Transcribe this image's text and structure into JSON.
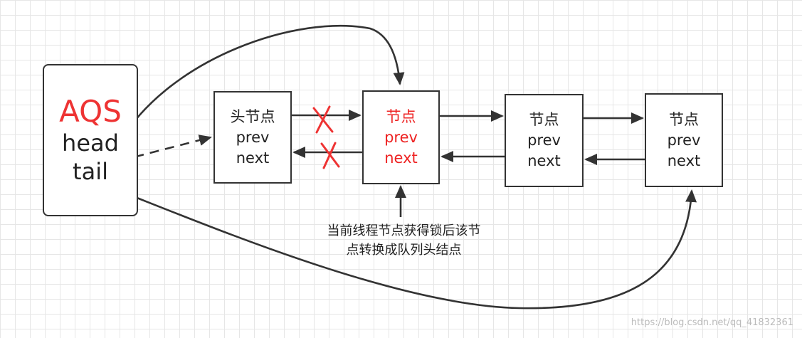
{
  "aqs": {
    "title": "AQS",
    "head_label": "head",
    "tail_label": "tail"
  },
  "nodes": [
    {
      "title": "头节点",
      "prev": "prev",
      "next": "next",
      "highlight": false
    },
    {
      "title": "节点",
      "prev": "prev",
      "next": "next",
      "highlight": true
    },
    {
      "title": "节点",
      "prev": "prev",
      "next": "next",
      "highlight": false
    },
    {
      "title": "节点",
      "prev": "prev",
      "next": "next",
      "highlight": false
    }
  ],
  "caption": {
    "line1": "当前线程节点获得锁后该节",
    "line2": "点转换成队列头结点"
  },
  "colors": {
    "accent": "#ee3333",
    "stroke": "#333333",
    "grid": "#e6e6e6"
  },
  "watermark": "https://blog.csdn.net/qq_41832361"
}
